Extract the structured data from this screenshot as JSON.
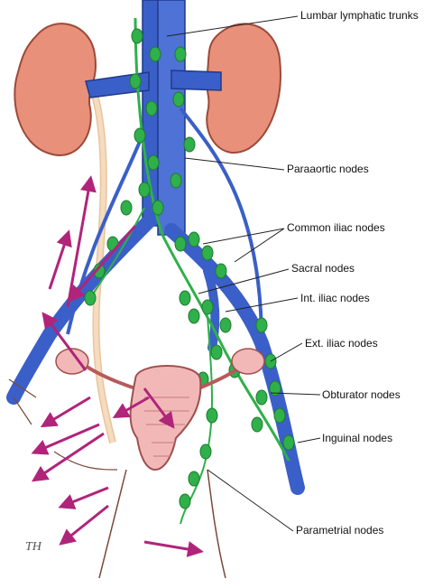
{
  "labels": {
    "lumbar_trunks": "Lumbar lymphatic trunks",
    "paraaortic": "Paraaortic nodes",
    "common_iliac": "Common iliac nodes",
    "sacral": "Sacral nodes",
    "int_iliac": "Int. iliac nodes",
    "ext_iliac": "Ext. iliac nodes",
    "obturator": "Obturator nodes",
    "inguinal": "Inguinal nodes",
    "parametrial": "Parametrial nodes"
  },
  "signature": "TH",
  "colors": {
    "kidney": "#e8907a",
    "vessel": "#3b5fc8",
    "lymph_node": "#2fb04a",
    "arrow": "#b0247a",
    "uterus": "#f2b8b8",
    "ureter": "#f0d2b0"
  }
}
